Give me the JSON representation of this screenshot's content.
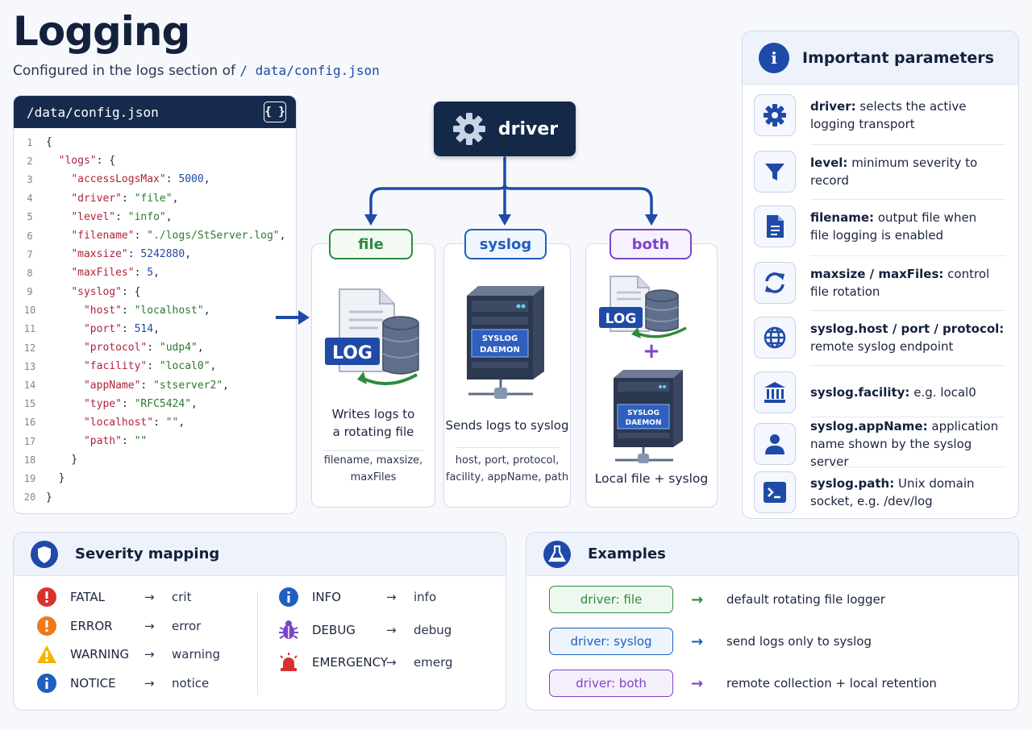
{
  "header": {
    "title": "Logging",
    "subtitle_prefix": "Configured in the logs section of",
    "subtitle_path": "/ data/config.json"
  },
  "code_panel": {
    "filename": "/data/config.json",
    "icon": "json-braces-icon",
    "braces_label": "{ }",
    "lines": [
      {
        "n": "1",
        "t": "{"
      },
      {
        "n": "2",
        "t": "  \"logs\": {"
      },
      {
        "n": "3",
        "t": "    \"accessLogsMax\": 5000,"
      },
      {
        "n": "4",
        "t": "    \"driver\": \"file\","
      },
      {
        "n": "5",
        "t": "    \"level\": \"info\","
      },
      {
        "n": "6",
        "t": "    \"filename\": \"./logs/StServer.log\","
      },
      {
        "n": "7",
        "t": "    \"maxsize\": 5242880,"
      },
      {
        "n": "8",
        "t": "    \"maxFiles\": 5,"
      },
      {
        "n": "9",
        "t": "    \"syslog\": {"
      },
      {
        "n": "10",
        "t": "      \"host\": \"localhost\","
      },
      {
        "n": "11",
        "t": "      \"port\": 514,"
      },
      {
        "n": "12",
        "t": "      \"protocol\": \"udp4\","
      },
      {
        "n": "13",
        "t": "      \"facility\": \"local0\","
      },
      {
        "n": "14",
        "t": "      \"appName\": \"stserver2\","
      },
      {
        "n": "15",
        "t": "      \"type\": \"RFC5424\","
      },
      {
        "n": "16",
        "t": "      \"localhost\": \"\","
      },
      {
        "n": "17",
        "t": "      \"path\": \"\""
      },
      {
        "n": "18",
        "t": "    }"
      },
      {
        "n": "19",
        "t": "  }"
      },
      {
        "n": "20",
        "t": "}"
      }
    ]
  },
  "driver_node": {
    "label": "driver",
    "icon": "gear-icon"
  },
  "modes": [
    {
      "label": "file",
      "color": "#2e8b3e",
      "pill_bg": "#f2faf3",
      "icon": "log-file-database-icon",
      "log_label": "LOG",
      "desc": [
        "Writes logs to",
        "a rotating file"
      ],
      "params": [
        "filename, maxsize,",
        "maxFiles"
      ]
    },
    {
      "label": "syslog",
      "color": "#1f5fbf",
      "pill_bg": "#f1f6fd",
      "icon": "syslog-server-icon",
      "server_label": [
        "SYSLOG",
        "DAEMON"
      ],
      "desc": [
        "Sends logs to syslog"
      ],
      "params": [
        "host, port, protocol,",
        "facility, appName, path"
      ]
    },
    {
      "label": "both",
      "color": "#7b45c9",
      "pill_bg": "#f6f1fd",
      "icon": "log-plus-server-icon",
      "log_label": "LOG",
      "plus": "+",
      "server_label": [
        "SYSLOG",
        "DAEMON"
      ],
      "desc": [
        "Local file + syslog"
      ]
    }
  ],
  "parameters": {
    "title": "Important parameters",
    "icon": "info-icon",
    "items": [
      {
        "icon": "gear-icon",
        "key": "driver:",
        "text": "selects the active logging transport",
        "l1": "selects the active",
        "l2": "logging transport"
      },
      {
        "icon": "filter-icon",
        "key": "level:",
        "l1": "minimum severity to record",
        "l2": ""
      },
      {
        "icon": "document-icon",
        "key": "filename:",
        "l1": "output file when",
        "l2": "file logging is enabled"
      },
      {
        "icon": "refresh-icon",
        "key": "maxsize / maxFiles:",
        "l1": "control",
        "l2": "file rotation"
      },
      {
        "icon": "globe-icon",
        "key": "syslog.host / port / protocol:",
        "l1": "",
        "l2": "remote syslog endpoint"
      },
      {
        "icon": "institution-icon",
        "key": "syslog.facility:",
        "l1": "e.g. local0",
        "l2": ""
      },
      {
        "icon": "user-icon",
        "key": "syslog.appName:",
        "l1": "application",
        "l2": "name shown by the syslog server"
      },
      {
        "icon": "terminal-icon",
        "key": "syslog.path:",
        "l1": "Unix domain",
        "l2": "socket, e.g. /dev/log"
      }
    ]
  },
  "severity": {
    "title": "Severity mapping",
    "icon": "shield-icon",
    "arrow": "→",
    "left": [
      {
        "level": "FATAL",
        "target": "crit",
        "icon": "error-circle-icon",
        "color": "#d8322f"
      },
      {
        "level": "ERROR",
        "target": "error",
        "icon": "warning-circle-icon",
        "color": "#ee7a1c"
      },
      {
        "level": "WARNING",
        "target": "warning",
        "icon": "warning-triangle-icon",
        "color": "#f4b400"
      },
      {
        "level": "NOTICE",
        "target": "notice",
        "icon": "info-circle-icon",
        "color": "#1f5fbf"
      }
    ],
    "right": [
      {
        "level": "INFO",
        "target": "info",
        "icon": "info-circle-icon",
        "color": "#1f5fbf"
      },
      {
        "level": "DEBUG",
        "target": "debug",
        "icon": "bug-icon",
        "color": "#7b45c9"
      },
      {
        "level": "EMERGENCY",
        "target": "emerg",
        "icon": "alarm-light-icon",
        "color": "#d8322f"
      }
    ]
  },
  "examples": {
    "title": "Examples",
    "icon": "flask-icon",
    "arrow": "→",
    "items": [
      {
        "label": "driver: file",
        "desc": "default rotating file logger",
        "color": "#2e8b3e",
        "bg": "#eef8ef"
      },
      {
        "label": "driver: syslog",
        "desc": "send logs only to syslog",
        "color": "#1f5fbf",
        "bg": "#eef4fc"
      },
      {
        "label": "driver: both",
        "desc": "remote collection + local retention",
        "color": "#7b45c9",
        "bg": "#f5effc"
      }
    ]
  }
}
